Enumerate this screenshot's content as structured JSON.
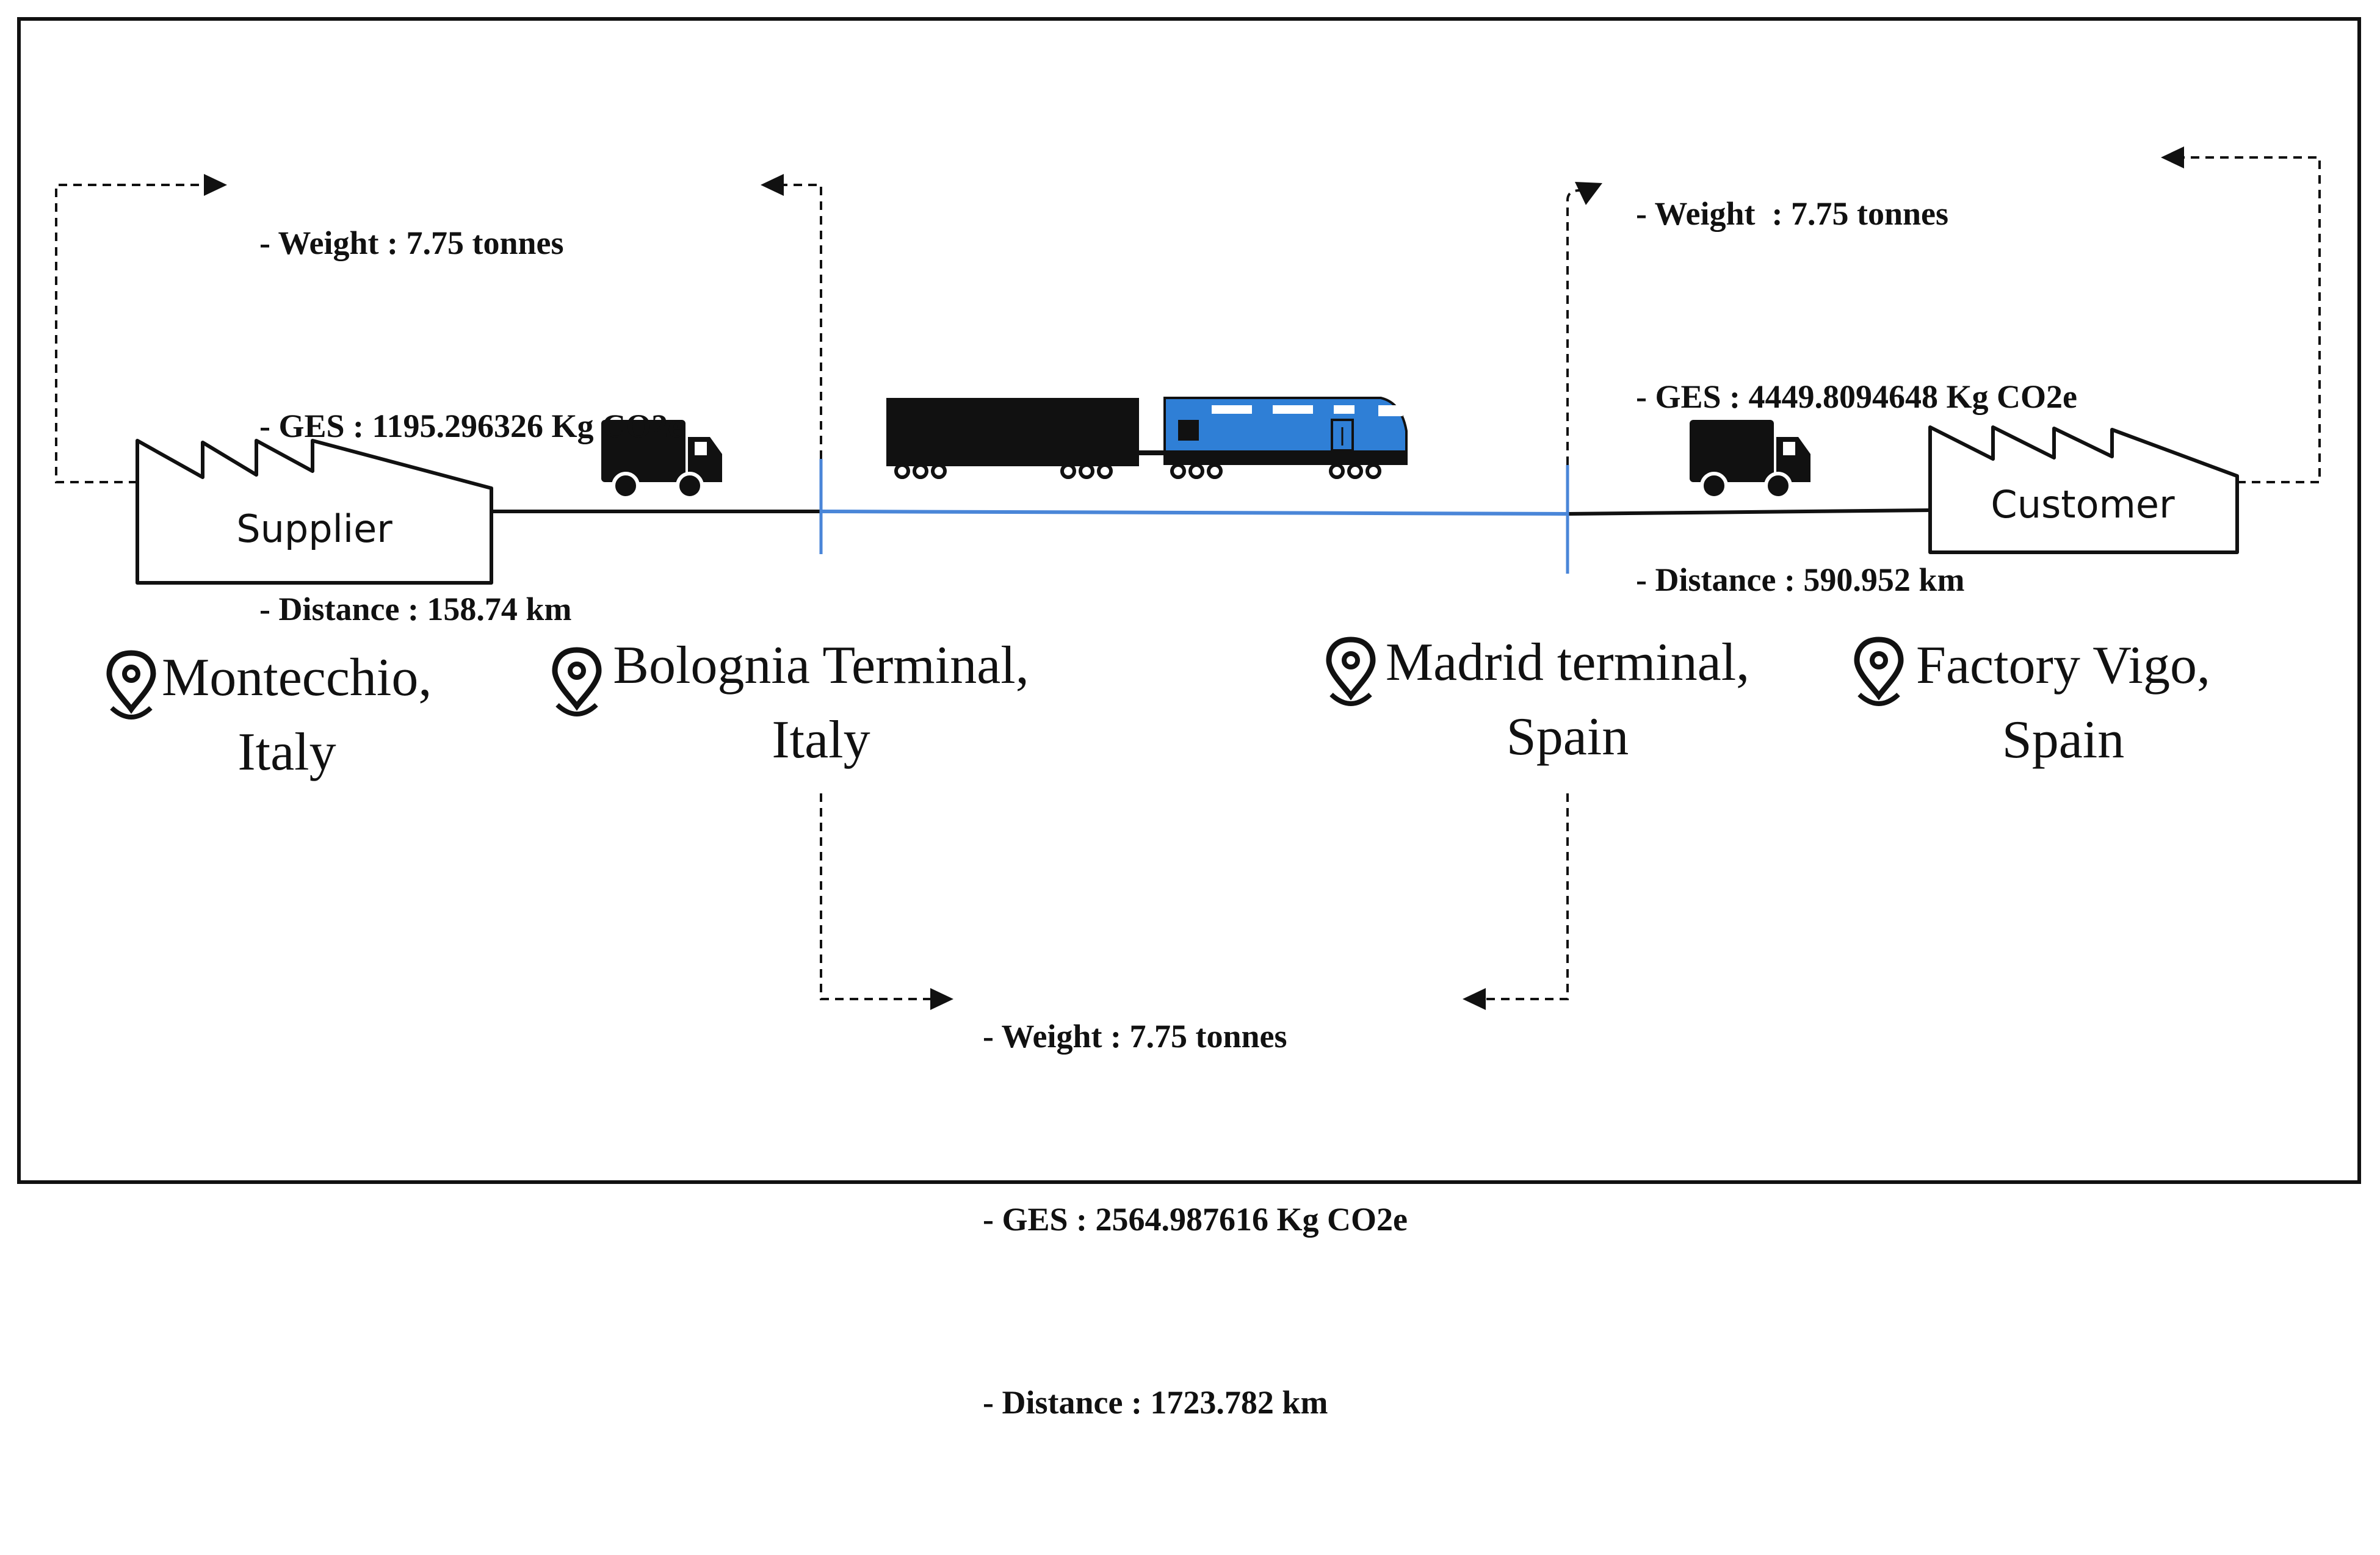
{
  "facilities": {
    "supplier": "Supplier",
    "customer": "Customer"
  },
  "locations": [
    {
      "line1": "Montecchio,",
      "line2": "Italy",
      "icon": "location-pin-icon"
    },
    {
      "line1": "Bolognia Terminal,",
      "line2": "Italy",
      "icon": "location-pin-icon"
    },
    {
      "line1": "Madrid terminal,",
      "line2": "Spain",
      "icon": "location-pin-icon"
    },
    {
      "line1": "Factory Vigo,",
      "line2": "Spain",
      "icon": "location-pin-icon"
    }
  ],
  "legs": {
    "road_first": {
      "weight": "- Weight : 7.75 tonnes",
      "ges": "- GES : 1195.296326 Kg CO2e",
      "distance": "- Distance : 158.74 km"
    },
    "rail": {
      "weight": "- Weight : 7.75 tonnes",
      "ges": "- GES : 2564.987616 Kg CO2e",
      "distance": "- Distance : 1723.782 km"
    },
    "road_last": {
      "weight": "- Weight  : 7.75 tonnes",
      "ges": "- GES : 4449.8094648 Kg CO2e",
      "distance": "- Distance : 590.952 km"
    }
  },
  "icons": [
    "truck-icon",
    "train-icon",
    "factory-icon",
    "location-pin-icon"
  ],
  "colors": {
    "rail_line": "#4a86d8",
    "train_body": "#2f7fd6",
    "road_line": "#111111"
  }
}
